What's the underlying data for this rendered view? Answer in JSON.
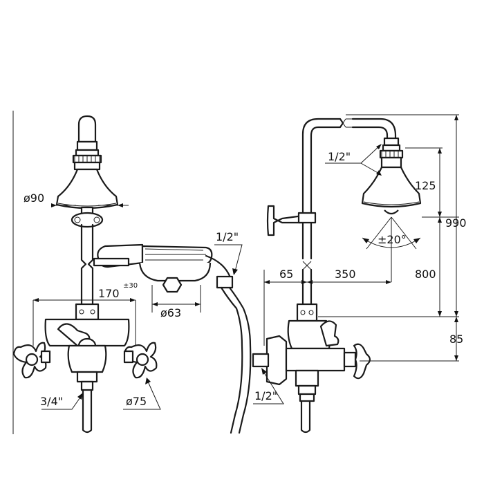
{
  "dimensions": {
    "showerhead_diameter": "ø90",
    "spout_width": "170",
    "spout_tolerance": "±30",
    "handshower_holder_diameter": "ø63",
    "hose_connection_left": "1/2\"",
    "supply_inlet": "3/4\"",
    "handle_diameter": "ø75",
    "riser_connection": "1/2\"",
    "shower_arm_height": "125",
    "total_height": "990",
    "head_tilt_angle": "±20°",
    "wall_offset": "65",
    "arm_reach": "350",
    "riser_height": "800",
    "mixer_height": "85",
    "inlet_connection_right": "1/2\""
  },
  "colors": {
    "line": "#1a1a1a",
    "background": "#ffffff"
  }
}
